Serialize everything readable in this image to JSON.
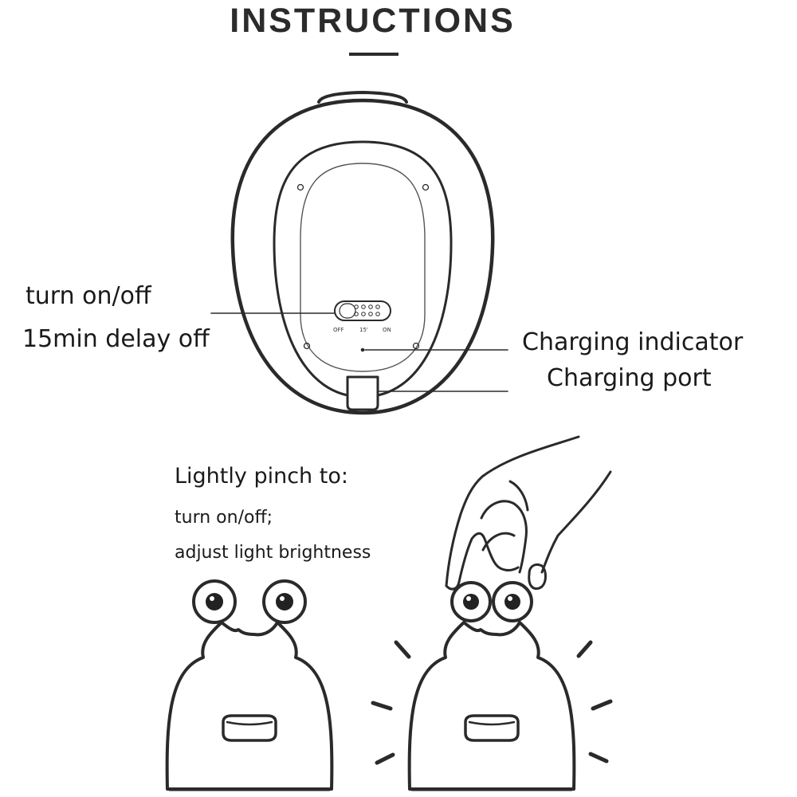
{
  "header": {
    "title": "INSTRUCTIONS"
  },
  "device_labels": {
    "turn_on_off": "turn on/off",
    "delay_off": "15min delay off",
    "charging_indicator": "Charging indicator",
    "charging_port": "Charging port"
  },
  "switch_marks": {
    "off": "OFF",
    "delay": "15'",
    "on": "ON"
  },
  "pinch": {
    "heading": "Lightly pinch to:",
    "line1": "turn on/off;",
    "line2": "adjust light brightness"
  }
}
